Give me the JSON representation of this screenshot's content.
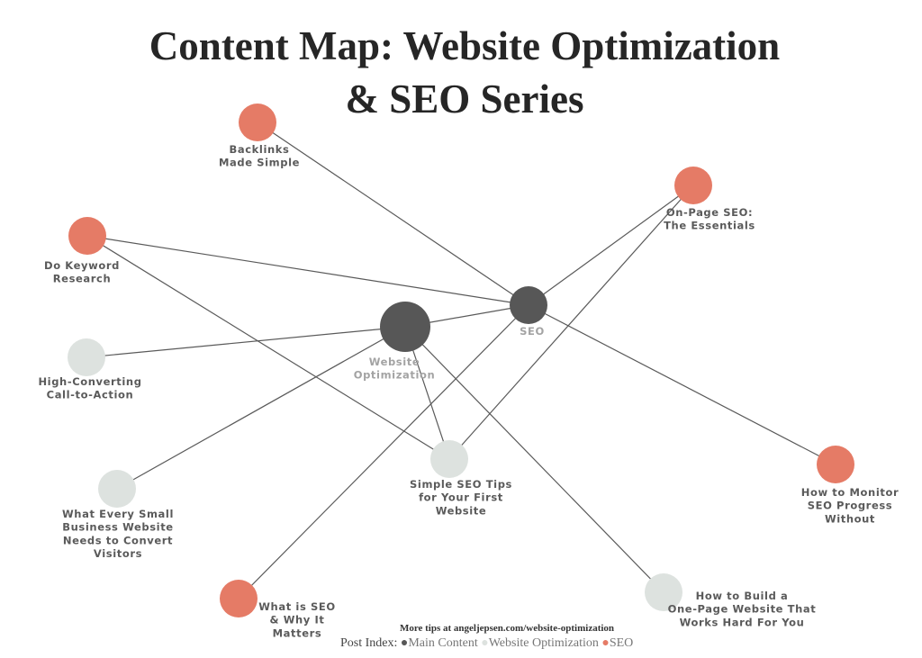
{
  "title": [
    "Content Map: Website Optimization",
    "& SEO Series"
  ],
  "colors": {
    "main": "#575757",
    "website": "#dde2df",
    "seo": "#e57b66",
    "edge": "#5a5a5a"
  },
  "nodes": [
    {
      "id": "wo",
      "type": "main",
      "label": [
        "Website",
        "Optimization"
      ]
    },
    {
      "id": "seo",
      "type": "main",
      "label": [
        "SEO"
      ]
    },
    {
      "id": "backlinks",
      "type": "seo",
      "label": [
        "Backlinks",
        "Made Simple"
      ]
    },
    {
      "id": "keyword",
      "type": "seo",
      "label": [
        "Do Keyword",
        "Research"
      ]
    },
    {
      "id": "cta",
      "type": "website",
      "label": [
        "High-Converting",
        "Call-to-Action"
      ]
    },
    {
      "id": "smallbiz",
      "type": "website",
      "label": [
        "What Every Small",
        "Business Website",
        "Needs to Convert",
        "Visitors"
      ]
    },
    {
      "id": "whatseo",
      "type": "seo",
      "label": [
        "What is SEO",
        "& Why It",
        "Matters"
      ]
    },
    {
      "id": "tips",
      "type": "website",
      "label": [
        "Simple SEO Tips",
        "for Your First",
        "Website"
      ]
    },
    {
      "id": "onepage",
      "type": "website",
      "label": [
        "How to Build a",
        "One-Page Website That",
        "Works Hard For You"
      ]
    },
    {
      "id": "monitor",
      "type": "seo",
      "label": [
        "How to Monitor",
        "SEO Progress",
        "Without"
      ]
    },
    {
      "id": "onpage",
      "type": "seo",
      "label": [
        "On-Page SEO:",
        "The Essentials"
      ]
    }
  ],
  "edges": [
    [
      "backlinks",
      "seo"
    ],
    [
      "keyword",
      "seo"
    ],
    [
      "keyword",
      "tips"
    ],
    [
      "onpage",
      "seo"
    ],
    [
      "onpage",
      "tips"
    ],
    [
      "cta",
      "wo"
    ],
    [
      "smallbiz",
      "wo"
    ],
    [
      "wo",
      "tips"
    ],
    [
      "wo",
      "onepage"
    ],
    [
      "seo",
      "monitor"
    ],
    [
      "seo",
      "whatseo"
    ],
    [
      "wo",
      "seo"
    ]
  ],
  "footer": {
    "tips": "More tips at angeljepsen.com/website-optimization",
    "legend_lead": "Post Index:",
    "legend": [
      {
        "type": "main",
        "label": "Main Content"
      },
      {
        "type": "website",
        "label": "Website Optimization"
      },
      {
        "type": "seo",
        "label": "SEO"
      }
    ]
  }
}
